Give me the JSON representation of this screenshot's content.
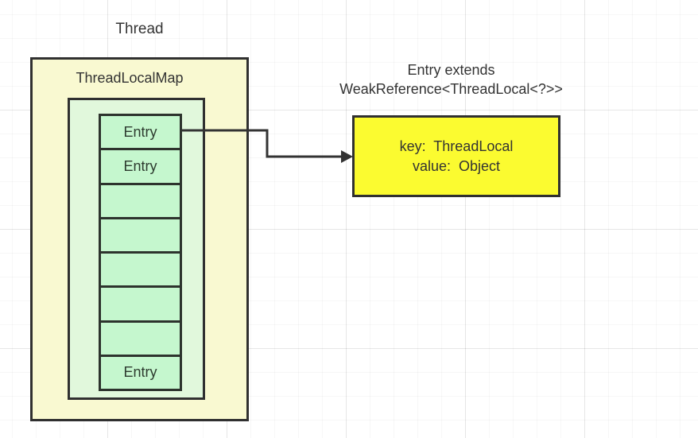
{
  "diagram": {
    "thread": {
      "title": "Thread",
      "map_label": "ThreadLocalMap"
    },
    "entries": [
      {
        "label": "Entry"
      },
      {
        "label": "Entry"
      },
      {
        "label": ""
      },
      {
        "label": ""
      },
      {
        "label": ""
      },
      {
        "label": ""
      },
      {
        "label": ""
      },
      {
        "label": "Entry"
      }
    ],
    "note": {
      "line1": "Entry extends",
      "line2": "WeakReference<ThreadLocal<?>>"
    },
    "entry_box": {
      "key_line": "key:  ThreadLocal",
      "value_line": "value:  Object"
    }
  },
  "colors": {
    "outer_fill": "#f9f9d1",
    "inner_fill": "#e1f8dc",
    "cell_fill": "#c5f7ce",
    "yellow_fill": "#fbfb30",
    "line": "#333333"
  }
}
